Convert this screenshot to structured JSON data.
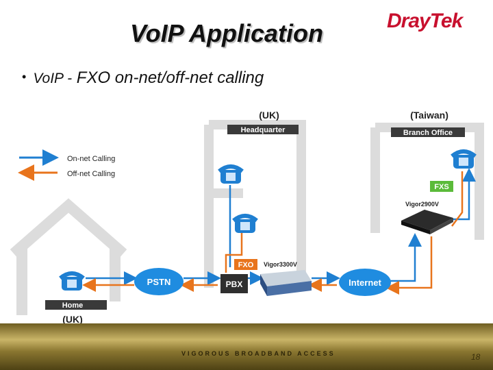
{
  "slide": {
    "title": "VoIP Application",
    "logo": "DrayTek",
    "bullet_prefix": "VoIP -",
    "bullet_text": " FXO on-net/off-net calling",
    "footer_text": "VIGOROUS BROADBAND ACCESS",
    "page_number": "18"
  },
  "legend": {
    "on_net": "On-net Calling",
    "off_net": "Off-net Calling",
    "on_net_color": "#1f7fd1",
    "off_net_color": "#e8741c"
  },
  "sites": {
    "hq_country": "(UK)",
    "hq_label": "Headquarter",
    "branch_country": "(Taiwan)",
    "branch_label": "Branch Office",
    "home_label": "Home",
    "home_country": "(UK)"
  },
  "nodes": {
    "pstn": "PSTN",
    "pbx": "PBX",
    "internet": "Internet",
    "fxo": "FXO",
    "fxs": "FXS",
    "vigor3300": "Vigor3300V",
    "vigor2900": "Vigor2900V"
  }
}
